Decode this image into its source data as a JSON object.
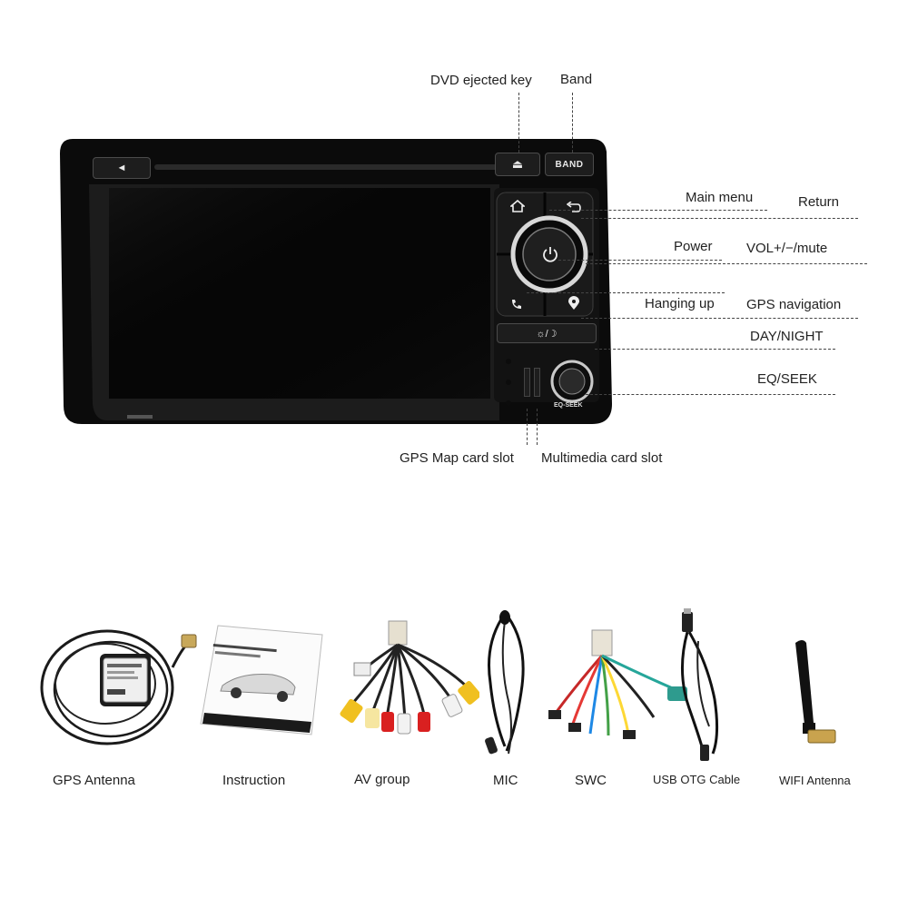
{
  "device": {
    "band_label": "BAND",
    "eject_glyph": "⏏",
    "mute_glyph": "◄",
    "eq_seek_label": "EQ-SEEK",
    "day_night_glyph": "☼/☽"
  },
  "callouts": {
    "dvd_eject": "DVD ejected key",
    "band": "Band",
    "main_menu": "Main menu",
    "return": "Return",
    "power": "Power",
    "vol": "VOL+/−/mute",
    "hanging_up": "Hanging up",
    "gps_nav": "GPS navigation",
    "day_night": "DAY/NIGHT",
    "eq_seek": "EQ/SEEK",
    "gps_map_slot": "GPS Map card slot",
    "media_slot": "Multimedia card slot"
  },
  "accessories": {
    "gps_antenna": "GPS Antenna",
    "instruction": "Instruction",
    "av_group": "AV group",
    "mic": "MIC",
    "swc": "SWC",
    "usb_otg": "USB OTG Cable",
    "wifi_antenna": "WIFI Antenna"
  },
  "icons": [
    "eject-icon",
    "home-icon",
    "return-icon",
    "power-icon",
    "phone-icon",
    "location-icon",
    "brightness-icon",
    "eq-seek-knob-icon"
  ]
}
